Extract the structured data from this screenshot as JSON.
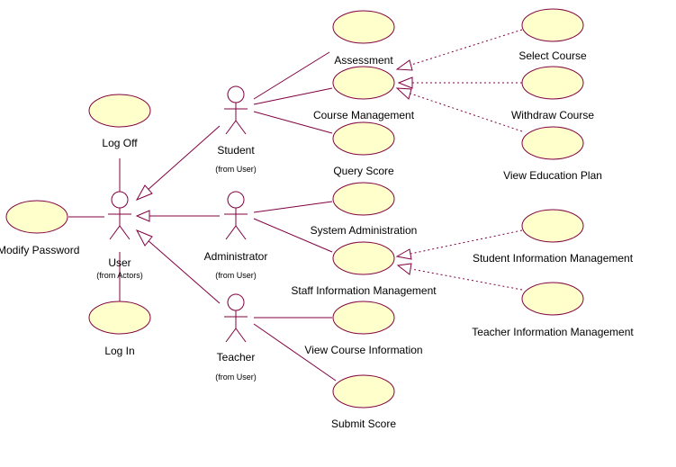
{
  "actors": {
    "user": {
      "name": "User",
      "from": "(from Actors)"
    },
    "student": {
      "name": "Student",
      "from": "(from User)"
    },
    "administrator": {
      "name": "Administrator",
      "from": "(from User)"
    },
    "teacher": {
      "name": "Teacher",
      "from": "(from User)"
    }
  },
  "use_cases": {
    "log_off": "Log Off",
    "modify_password": "Modify Password",
    "log_in": "Log In",
    "assessment": "Assessment",
    "course_management": "Course Management",
    "query_score": "Query Score",
    "select_course": "Select Course",
    "withdraw_course": "Withdraw Course",
    "view_education_plan": "View Education Plan",
    "system_administration": "System Administration",
    "staff_information_management": "Staff Information Management",
    "student_information_management": "Student Information Management",
    "teacher_information_management": "Teacher Information Management",
    "view_course_information": "View Course Information",
    "submit_score": "Submit Score"
  },
  "colors": {
    "line": "#800040",
    "use_case_fill": "#ffffcc"
  }
}
